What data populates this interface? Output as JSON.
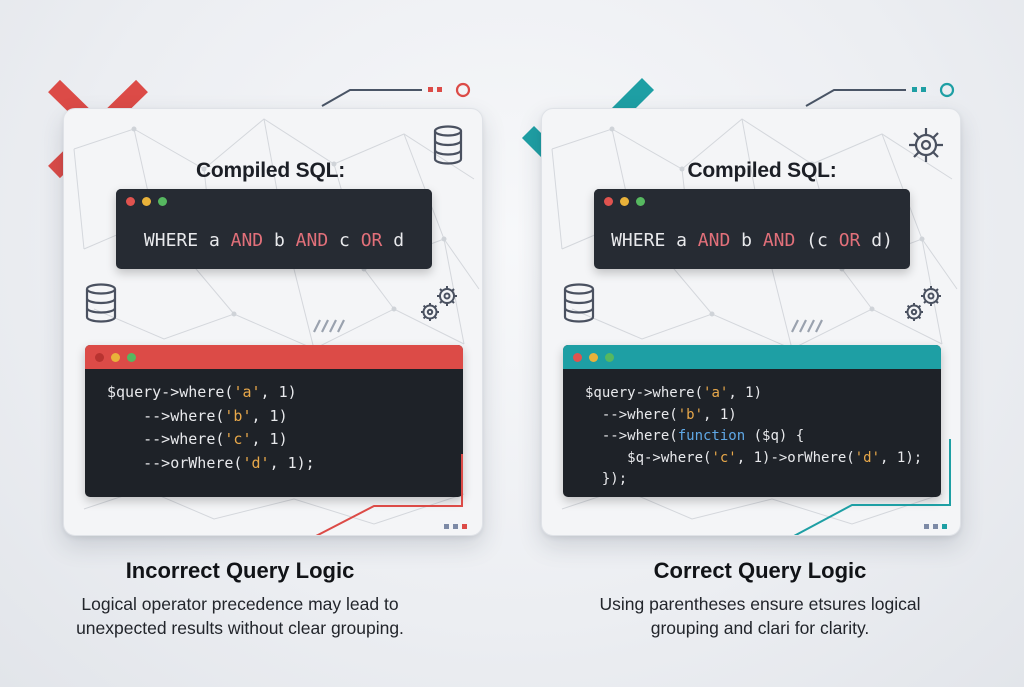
{
  "panels": {
    "incorrect": {
      "compiled_label": "Compiled SQL:",
      "sql": [
        "WHERE a ",
        "AND",
        " b ",
        "AND",
        " c ",
        "OR",
        " d"
      ],
      "code": [
        [
          [
            "$query->where(",
            ""
          ],
          [
            "'a'",
            "s"
          ],
          [
            ", 1)",
            ""
          ]
        ],
        [
          [
            "    -->where(",
            ""
          ],
          [
            "'b'",
            "s"
          ],
          [
            ", 1)",
            ""
          ]
        ],
        [
          [
            "    -->where(",
            ""
          ],
          [
            "'c'",
            "s"
          ],
          [
            ", 1)",
            ""
          ]
        ],
        [
          [
            "    -->orWhere(",
            ""
          ],
          [
            "'d'",
            "s"
          ],
          [
            ", 1);",
            ""
          ]
        ]
      ],
      "title": "Incorrect Query Logic",
      "desc_lines": [
        "Logical operator precedence may lead to",
        "unexpected results without clear grouping."
      ],
      "accent": "#dc4b47",
      "mark_icon": "cross-mark-icon"
    },
    "correct": {
      "compiled_label": "Compiled SQL:",
      "sql": [
        "WHERE a ",
        "AND",
        " b ",
        "AND",
        " (c ",
        "OR",
        " d)"
      ],
      "code": [
        [
          [
            "$query->where(",
            ""
          ],
          [
            "'a'",
            "s"
          ],
          [
            ", 1)",
            ""
          ]
        ],
        [
          [
            "  -->where(",
            ""
          ],
          [
            "'b'",
            "s"
          ],
          [
            ", 1)",
            ""
          ]
        ],
        [
          [
            "  -->where(",
            ""
          ],
          [
            "function",
            "fn"
          ],
          [
            " ($q) {",
            ""
          ]
        ],
        [
          [
            "     $q->where(",
            ""
          ],
          [
            "'c'",
            "s"
          ],
          [
            ", 1)->orWhere(",
            ""
          ],
          [
            "'d'",
            "s"
          ],
          [
            ", 1);",
            ""
          ]
        ],
        [
          [
            "  });",
            ""
          ]
        ]
      ],
      "title": "Correct Query Logic",
      "desc_lines": [
        "Using parentheses ensure etsures logical",
        "grouping and clari for clarity."
      ],
      "accent": "#1e9fa4",
      "mark_icon": "check-mark-icon"
    }
  },
  "icons": [
    "database-icon",
    "gear-icon",
    "gears-icon",
    "cross-mark-icon",
    "check-mark-icon"
  ]
}
